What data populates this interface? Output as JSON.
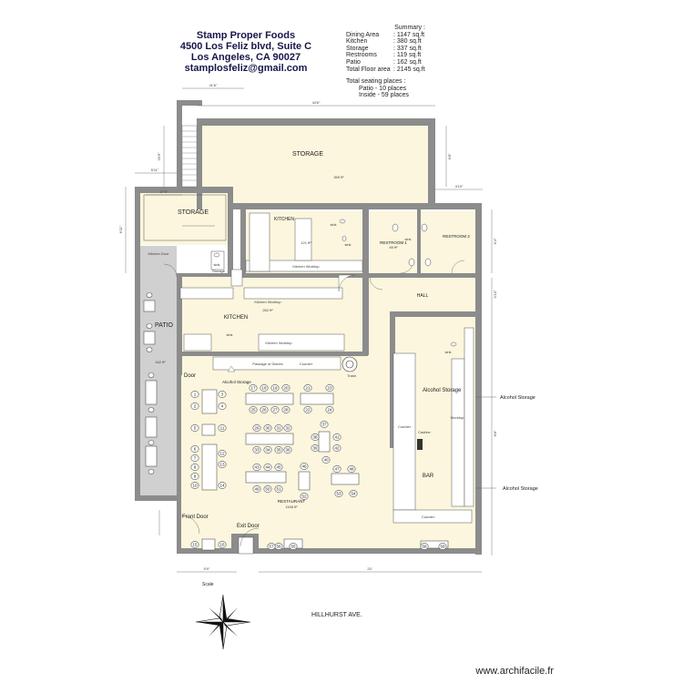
{
  "header": {
    "company": "Stamp Proper Foods",
    "address1": "4500 Los Feliz blvd, Suite C",
    "address2": "Los Angeles, CA 90027",
    "email": "stamplosfeliz@gmail.com"
  },
  "summary": {
    "title": "Summary :",
    "rows": [
      {
        "label": "Dining Area",
        "value": ": 1147 sq.ft"
      },
      {
        "label": "Kitchen",
        "value": ":  380  sq.ft"
      },
      {
        "label": "Storage",
        "value": ":  337 sq.ft"
      },
      {
        "label": "Restrooms",
        "value": ":  119 sq.ft"
      },
      {
        "label": "Patio",
        "value": ":  162 sq.ft"
      },
      {
        "label": "Total Floor area",
        "value": ": 2145 sq.ft"
      }
    ]
  },
  "seating": {
    "title": "Total seating places :",
    "patio": "Patio -  10 places",
    "inside": "Inside -  59 places"
  },
  "rooms": {
    "storage_main": "STORAGE",
    "storage_main_area": "359 ft²",
    "storage_small": "STORAGE",
    "kitchen_top": "KITCHEN",
    "kitchen_top_area": "121 ft²",
    "kitchen_main": "KITCHEN",
    "kitchen_main_area": "262 ft²",
    "restroom1": "RESTROOM 1",
    "restroom1_area": "69 ft²",
    "restroom2": "RESTROOM 2",
    "hall": "HALL",
    "patio": "PATIO",
    "patio_area": "162 ft²",
    "restaurant": "RESTAURANT",
    "restaurant_area": "1168 ft²",
    "bar": "BAR"
  },
  "labels": {
    "kitchen_door": "Kitchen Door",
    "storage_small_label": "Storage",
    "sink": "sink",
    "kitchen_worktop": "Kitchen Worktop",
    "passage_dishes": "Passage of Dishes",
    "counter": "Counter",
    "trash": "Trash",
    "alcohol_storage": "Alcohol Storage",
    "door": "Door",
    "front_door": "Front Door",
    "exit_door": "Exit Door",
    "cashier": "Cashier",
    "worktop": "Worktop",
    "alcohol_storage_ext": "Alcohol Storage",
    "scale": "Scale",
    "street": "HILLHURST AVE.",
    "watermark": "www.archifacile.fr"
  },
  "seats": [
    "1",
    "2",
    "3",
    "4",
    "5",
    "6",
    "7",
    "8",
    "9",
    "10",
    "11",
    "12",
    "13",
    "14",
    "15",
    "16",
    "17",
    "18",
    "19",
    "20",
    "21",
    "22",
    "23",
    "24",
    "25",
    "26",
    "27",
    "28",
    "29",
    "30",
    "31",
    "32",
    "33",
    "34",
    "35",
    "36",
    "37",
    "38",
    "39",
    "40",
    "41",
    "42",
    "43",
    "44",
    "45",
    "46",
    "47",
    "48",
    "49",
    "50",
    "51",
    "52",
    "53",
    "54",
    "55",
    "56",
    "57",
    "58",
    "59"
  ],
  "dimensions": [
    "41'6\"",
    "44'6\"",
    "20'6\"",
    "5'11\"",
    "6'11\"",
    "6'8\"",
    "4'10\"",
    "6'4\"",
    "9'10\"",
    "8'8\"",
    "5'9\"",
    "20'",
    "27'9\""
  ],
  "colors": {
    "floor": "#fbf6dd",
    "wall": "#8c8c8c",
    "patio": "#d0d0d0",
    "ink": "#16164a"
  }
}
